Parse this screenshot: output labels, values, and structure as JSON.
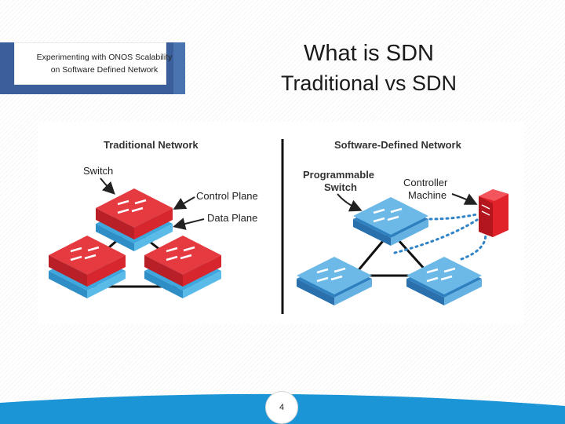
{
  "header": {
    "course_title": "Experimenting with ONOS Scalability on Software Defined Network"
  },
  "slide": {
    "title": "What is SDN",
    "subtitle": "Traditional vs SDN",
    "page_number": "4"
  },
  "diagram": {
    "left_title": "Traditional Network",
    "right_title": "Software-Defined Network",
    "labels": {
      "switch": "Switch",
      "control_plane": "Control Plane",
      "data_plane": "Data Plane",
      "programmable": "Programmable",
      "switch_2": "Switch",
      "controller": "Controller",
      "machine": "Machine"
    }
  },
  "colors": {
    "traditional_switch_red": "#d7262e",
    "data_plane_blue": "#5fb3e3",
    "sdn_switch_blue": "#4f97cf",
    "controller_red": "#e1222b",
    "footer_blue": "#1b95d6",
    "header_navy": "#3a5f9b"
  }
}
